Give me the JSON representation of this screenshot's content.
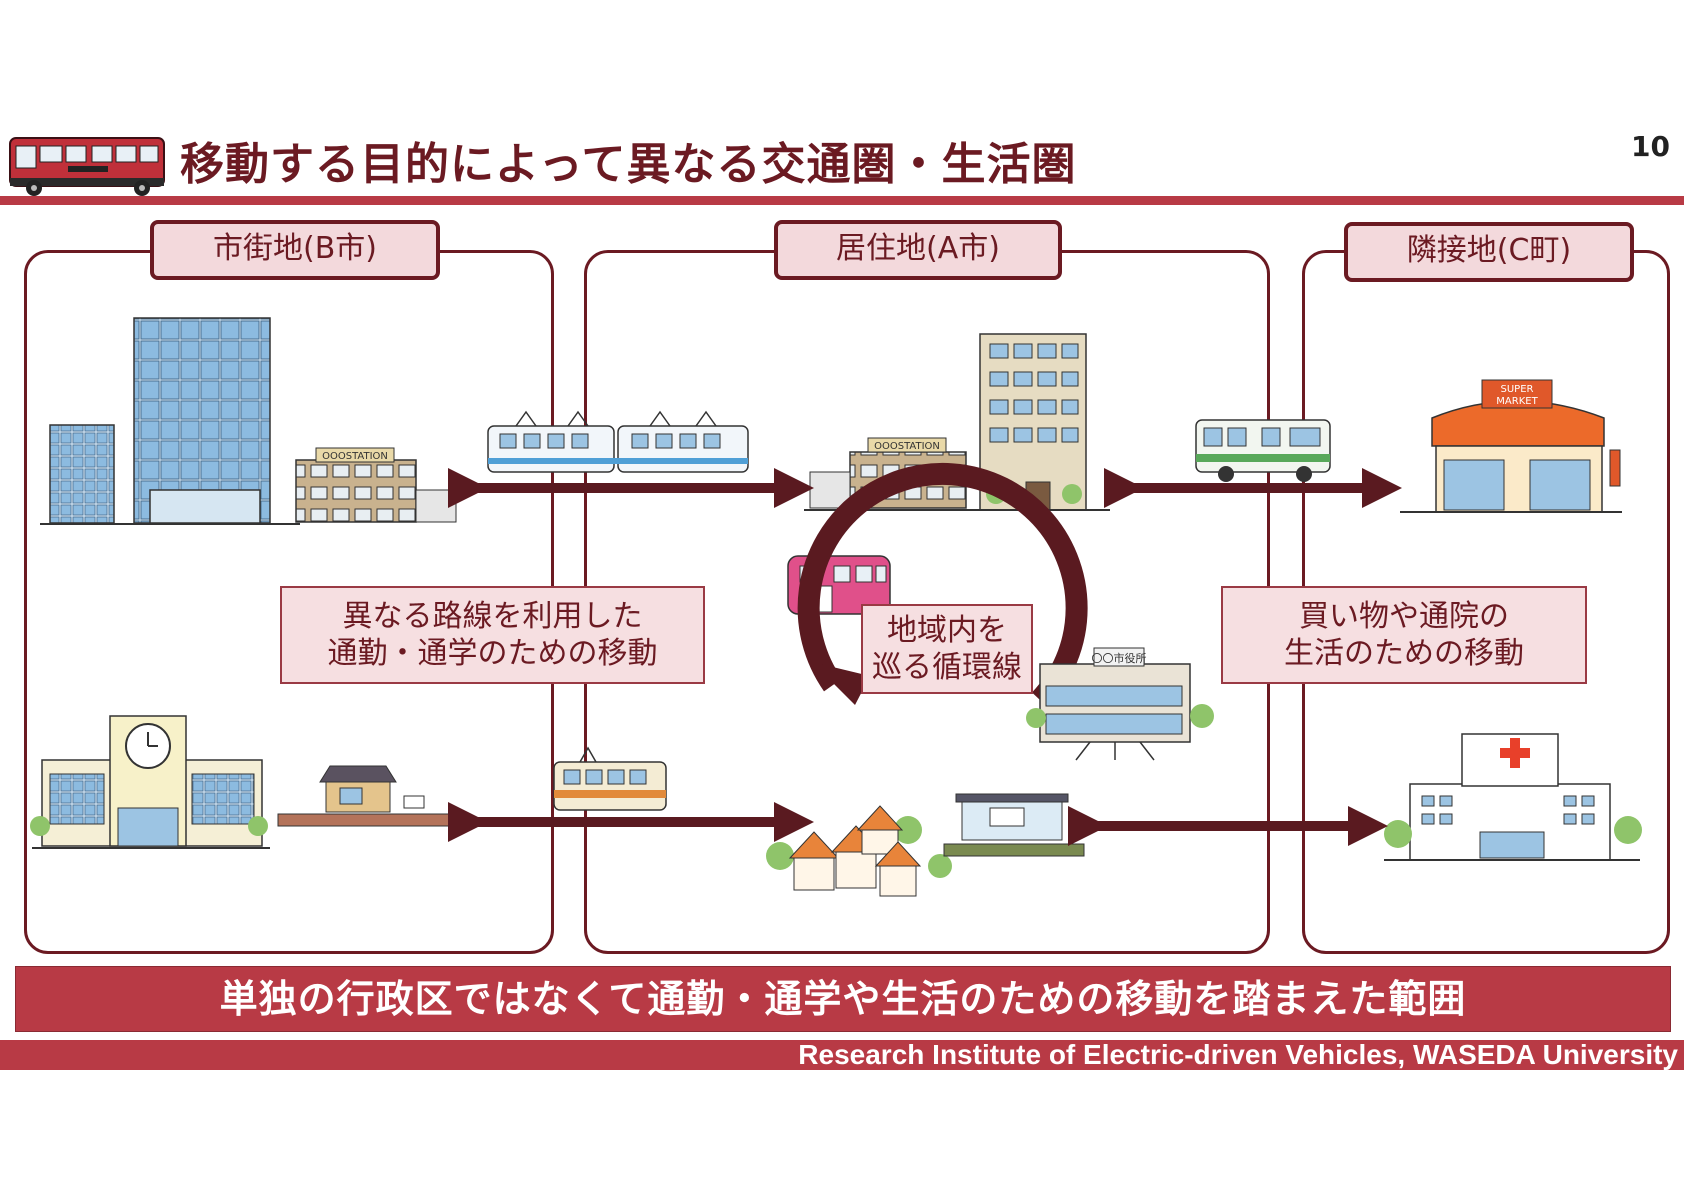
{
  "header": {
    "title": "移動する目的によって異なる交通圏・生活圏",
    "page_number": "10"
  },
  "regions": {
    "b_city": {
      "label": "市街地(B市)"
    },
    "a_city": {
      "label": "居住地(A市)"
    },
    "c_town": {
      "label": "隣接地(C町)"
    }
  },
  "notes": {
    "commute": [
      "異なる路線を利用した",
      "通勤・通学のための移動"
    ],
    "circular": [
      "地域内を",
      "巡る循環線"
    ],
    "shopping": [
      "買い物や通院の",
      "生活のための移動"
    ]
  },
  "illustration_text": {
    "station_sign": "OOOSTATION",
    "supermarket_sign": [
      "SUPER",
      "MARKET"
    ],
    "city_hall_sign": "〇〇市役所"
  },
  "summary": "単独の行政区ではなくて通勤・通学や生活のための移動を踏まえた範囲",
  "footer": "Research Institute of Electric-driven Vehicles, WASEDA University",
  "colors": {
    "primary_dark": "#6b1a22",
    "accent_red": "#b83a45",
    "label_fill": "#f3d9dc",
    "arrow": "#5a1a20"
  }
}
